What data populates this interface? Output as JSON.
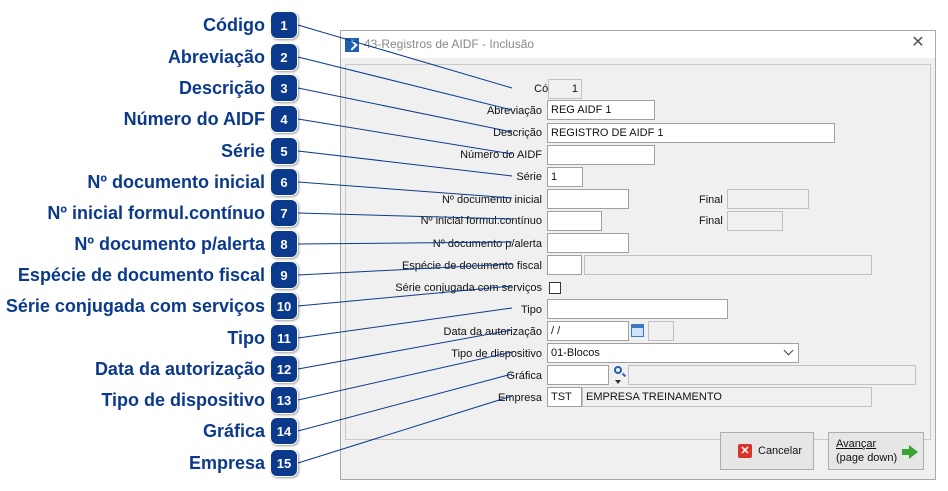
{
  "annotations": [
    {
      "num": "1",
      "label": "Código"
    },
    {
      "num": "2",
      "label": "Abreviação"
    },
    {
      "num": "3",
      "label": "Descrição"
    },
    {
      "num": "4",
      "label": "Número do AIDF"
    },
    {
      "num": "5",
      "label": "Série"
    },
    {
      "num": "6",
      "label": "Nº documento inicial"
    },
    {
      "num": "7",
      "label": "Nº inicial formul.contínuo"
    },
    {
      "num": "8",
      "label": "Nº documento p/alerta"
    },
    {
      "num": "9",
      "label": "Espécie de documento fiscal"
    },
    {
      "num": "10",
      "label": "Série conjugada com serviços"
    },
    {
      "num": "11",
      "label": "Tipo"
    },
    {
      "num": "12",
      "label": "Data da autorização"
    },
    {
      "num": "13",
      "label": "Tipo de dispositivo"
    },
    {
      "num": "14",
      "label": "Gráfica"
    },
    {
      "num": "15",
      "label": "Empresa"
    }
  ],
  "window": {
    "title": "43-Registros de AIDF - Inclusão",
    "close": "✕"
  },
  "form": {
    "codigo": {
      "label": "Código",
      "value": "1"
    },
    "abreviacao": {
      "label": "Abreviação",
      "value": "REG AIDF 1"
    },
    "descricao": {
      "label": "Descrição",
      "value": "REGISTRO DE AIDF 1"
    },
    "numero_aidf": {
      "label": "Número do AIDF",
      "value": ""
    },
    "serie": {
      "label": "Série",
      "value": "1"
    },
    "doc_inicial": {
      "label": "Nº documento inicial",
      "value": ""
    },
    "final_label": "Final",
    "inicial_formul": {
      "label": "Nº inicial formul.contínuo",
      "value": ""
    },
    "doc_alerta": {
      "label": "Nº documento p/alerta",
      "value": ""
    },
    "especie": {
      "label": "Espécie de documento fiscal",
      "value": ""
    },
    "serie_conjugada": {
      "label": "Série conjugada com serviços",
      "checked": false
    },
    "tipo": {
      "label": "Tipo",
      "value": ""
    },
    "data_autorizacao": {
      "label": "Data da autorização",
      "value": " /  /"
    },
    "tipo_dispositivo": {
      "label": "Tipo de dispositivo",
      "value": "01-Blocos"
    },
    "grafica": {
      "label": "Gráfica",
      "value": ""
    },
    "empresa": {
      "label": "Empresa",
      "code": "TST",
      "name": "EMPRESA TREINAMENTO"
    }
  },
  "buttons": {
    "cancel": "Cancelar",
    "next_line1": "Avançar",
    "next_line2": "(page down)"
  },
  "colors": {
    "annotation": "#0b3a8c",
    "leader": "#0b3a8c"
  }
}
